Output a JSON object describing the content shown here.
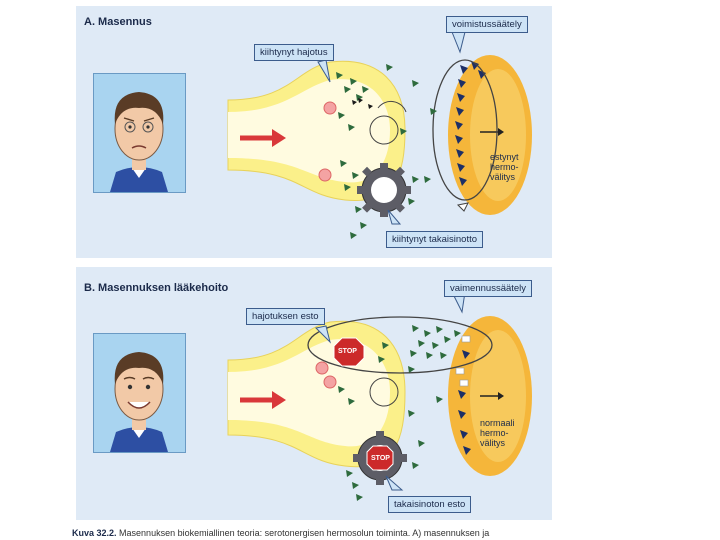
{
  "panel_a": {
    "title": "A. Masennus",
    "callouts": {
      "release": "kiihtynyt hajotus",
      "regulation": "voimistussäätely",
      "reuptake": "kiihtynyt takaisinotto"
    },
    "transmission_label": [
      "estynyt",
      "hermo-",
      "välitys"
    ]
  },
  "panel_b": {
    "title": "B. Masennuksen lääkehoito",
    "callouts": {
      "release": "hajotuksen esto",
      "regulation": "vaimennussäätely",
      "reuptake": "takaisinoton esto"
    },
    "transmission_label": [
      "normaali",
      "hermo-",
      "välitys"
    ],
    "stop_sign_text": "STOP"
  },
  "caption": {
    "label": "Kuva 32.2.",
    "text": "Masennuksen biokemiallinen teoria: serotonergisen hermosolun toiminta. A) masennuksen ja"
  },
  "colors": {
    "panel_bg": "#dfeaf6",
    "neuron_yellow": "#fbf08a",
    "cell_orange": "#f5b63a",
    "arrow_red": "#d9383a",
    "molecule_green": "#2e6b3d",
    "stop_red": "#cc2a2a"
  }
}
